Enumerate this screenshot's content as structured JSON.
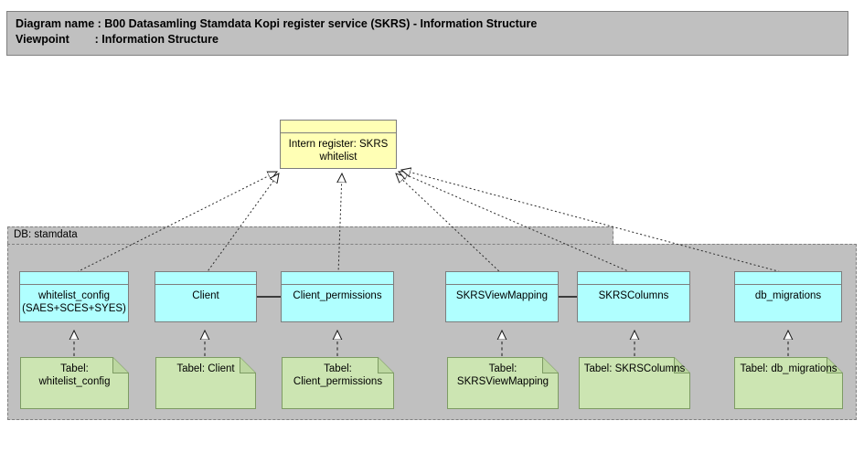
{
  "header": {
    "title_label": "Diagram name",
    "title_value": ": B00 Datasamling Stamdata Kopi register service (SKRS) - Information Structure",
    "viewpoint_label": "Viewpoint",
    "viewpoint_value": ": Information Structure",
    "full_line_1": "Diagram name : B00 Datasamling Stamdata Kopi register service (SKRS) - Information Structure",
    "full_line_2": "Viewpoint        : Information Structure"
  },
  "colors": {
    "header_bg": "#c0c0c0",
    "group_bg": "#c0c0c0",
    "yellow_node": "#ffffb5",
    "cyan_node": "#b0ffff",
    "green_artifact": "#cce5b2",
    "border": "#7d7d7d",
    "connector": "#333333",
    "canvas": "#ffffff"
  },
  "group": {
    "label": "DB: stamdata"
  },
  "root_node": {
    "label": "Intern register: SKRS\nwhitelist",
    "type": "data-object",
    "color": "#ffffb5"
  },
  "entities": [
    {
      "id": "whitelist_config",
      "label": "whitelist_config\n(SAES+SCES+SYES)",
      "type": "data-object",
      "color": "#b0ffff"
    },
    {
      "id": "client",
      "label": "Client",
      "type": "data-object",
      "color": "#b0ffff"
    },
    {
      "id": "client_permissions",
      "label": "Client_permissions",
      "type": "data-object",
      "color": "#b0ffff"
    },
    {
      "id": "skrsviewmapping",
      "label": "SKRSViewMapping",
      "type": "data-object",
      "color": "#b0ffff"
    },
    {
      "id": "skrscolumns",
      "label": "SKRSColumns",
      "type": "data-object",
      "color": "#b0ffff"
    },
    {
      "id": "db_migrations",
      "label": "db_migrations",
      "type": "data-object",
      "color": "#b0ffff"
    }
  ],
  "artifacts": [
    {
      "id": "tabel_whitelist_config",
      "label": "Tabel:\nwhitelist_config",
      "type": "artifact",
      "color": "#cce5b2"
    },
    {
      "id": "tabel_client",
      "label": "Tabel: Client",
      "type": "artifact",
      "color": "#cce5b2"
    },
    {
      "id": "tabel_client_permissions",
      "label": "Tabel:\nClient_permissions",
      "type": "artifact",
      "color": "#cce5b2"
    },
    {
      "id": "tabel_skrsviewmapping",
      "label": "Tabel:\nSKRSViewMapping",
      "type": "artifact",
      "color": "#cce5b2"
    },
    {
      "id": "tabel_skrscolumns",
      "label": "Tabel: SKRSColumns",
      "type": "artifact",
      "color": "#cce5b2"
    },
    {
      "id": "tabel_db_migrations",
      "label": "Tabel: db_migrations",
      "type": "artifact",
      "color": "#cce5b2"
    }
  ],
  "relations": [
    {
      "from": "whitelist_config",
      "to": "root_node",
      "style": "realization-dotted"
    },
    {
      "from": "client",
      "to": "root_node",
      "style": "realization-dotted"
    },
    {
      "from": "client_permissions",
      "to": "root_node",
      "style": "realization-dotted"
    },
    {
      "from": "skrsviewmapping",
      "to": "root_node",
      "style": "realization-dotted"
    },
    {
      "from": "skrscolumns",
      "to": "root_node",
      "style": "realization-dotted"
    },
    {
      "from": "db_migrations",
      "to": "root_node",
      "style": "realization-dotted"
    },
    {
      "from": "tabel_whitelist_config",
      "to": "whitelist_config",
      "style": "realization-dashed"
    },
    {
      "from": "tabel_client",
      "to": "client",
      "style": "realization-dashed"
    },
    {
      "from": "tabel_client_permissions",
      "to": "client_permissions",
      "style": "realization-dashed"
    },
    {
      "from": "tabel_skrsviewmapping",
      "to": "skrsviewmapping",
      "style": "realization-dashed"
    },
    {
      "from": "tabel_skrscolumns",
      "to": "skrscolumns",
      "style": "realization-dashed"
    },
    {
      "from": "tabel_db_migrations",
      "to": "db_migrations",
      "style": "realization-dashed"
    },
    {
      "from": "client",
      "to": "client_permissions",
      "style": "association-solid"
    },
    {
      "from": "skrsviewmapping",
      "to": "skrscolumns",
      "style": "association-solid"
    }
  ]
}
